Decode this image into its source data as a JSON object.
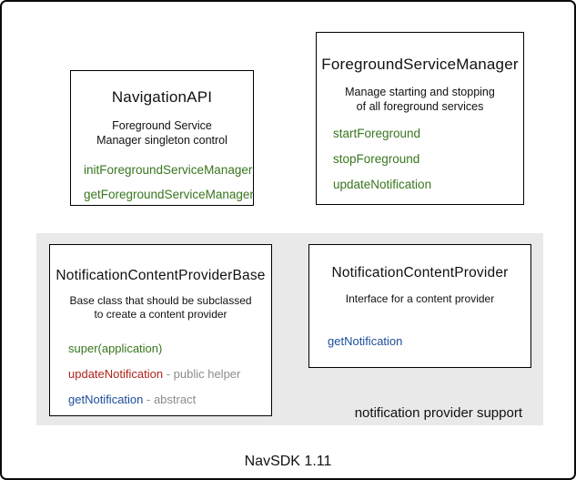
{
  "colors": {
    "method_green": "#38761d",
    "method_red": "#b02418",
    "method_blue": "#1c4d9b",
    "annotation_gray": "#8c8c8c",
    "panel_gray": "#e9e9e9"
  },
  "boxes": {
    "navigation_api": {
      "title": "NavigationAPI",
      "description_lines": [
        "Foreground Service",
        "Manager singleton control"
      ],
      "methods": [
        {
          "label": "initForegroundServiceManager"
        },
        {
          "label": "getForegroundServiceManager"
        }
      ]
    },
    "foreground_service_manager": {
      "title": "ForegroundServiceManager",
      "description_lines": [
        "Manage starting and stopping",
        "of all foreground services"
      ],
      "methods": [
        {
          "label": "startForeground"
        },
        {
          "label": "stopForeground"
        },
        {
          "label": "updateNotification"
        }
      ]
    },
    "notification_content_provider_base": {
      "title": "NotificationContentProviderBase",
      "description_lines": [
        "Base class that should be subclassed",
        "to create a content provider"
      ],
      "methods": [
        {
          "label": "super(application)",
          "annotation": ""
        },
        {
          "label": "updateNotification",
          "annotation": "- public helper"
        },
        {
          "label": "getNotification",
          "annotation": "- abstract"
        }
      ]
    },
    "notification_content_provider": {
      "title": "NotificationContentProvider",
      "description_lines": [
        "Interface for a content provider"
      ],
      "methods": [
        {
          "label": "getNotification"
        }
      ]
    }
  },
  "panel": {
    "label": "notification provider support"
  },
  "footer": {
    "label": "NavSDK 1.11"
  }
}
